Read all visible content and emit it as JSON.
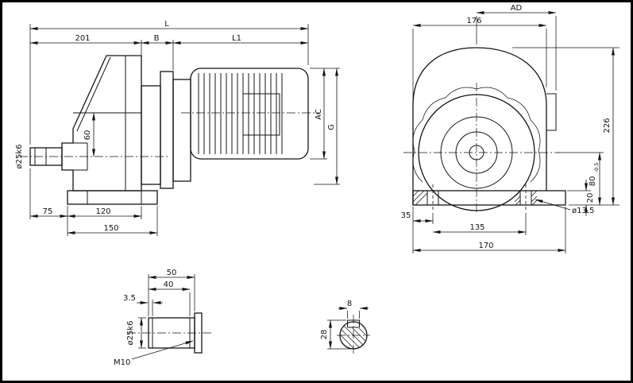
{
  "style": {
    "ink": "#141414",
    "background": "#ffffff"
  },
  "side_view": {
    "L": "L",
    "d201": "201",
    "B": "B",
    "L1": "L1",
    "shaft_dia": "ø25k6",
    "d60": "60",
    "AC": "AC",
    "G": "G",
    "d75": "75",
    "d120": "120",
    "d150": "150"
  },
  "front_view": {
    "AD": "AD",
    "d176": "176",
    "d226": "226",
    "d80": "80",
    "d80_tol": "-0.5",
    "d20": "20",
    "d35": "35",
    "d135": "135",
    "d170": "170",
    "hole_dia": "ø13.5"
  },
  "shaft_detail": {
    "d50": "50",
    "d40": "40",
    "d3_5": "3.5",
    "shaft_dia": "ø25k6",
    "thread": "M10"
  },
  "key_section": {
    "d8": "8",
    "d28": "28"
  }
}
